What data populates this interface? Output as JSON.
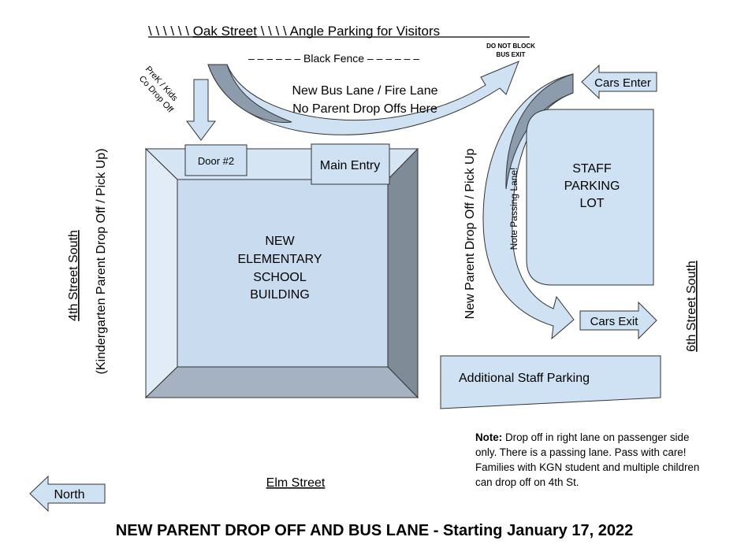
{
  "top_street": {
    "marks": "\\  \\  \\  \\  \\  \\",
    "name": "Oak Street",
    "marks2": "\\  \\  \\  \\",
    "parking": "Angle Parking for Visitors"
  },
  "fence": {
    "label": "– – – – – – Black Fence – – – – – –"
  },
  "bus_lane": {
    "line1": "New Bus Lane / Fire Lane",
    "line2": "No Parent Drop Offs Here"
  },
  "bus_exit": {
    "line1": "DO NOT BLOCK",
    "line2": "BUS EXIT"
  },
  "prek": {
    "line1": "PreK / Kids",
    "line2": "Co Drop Off"
  },
  "building": {
    "door2": "Door #2",
    "main_entry": "Main Entry",
    "line1": "NEW",
    "line2": "ELEMENTARY",
    "line3": "SCHOOL",
    "line4": "BUILDING"
  },
  "left_street": {
    "name": "4th Street South",
    "sub": "(Kindergarten Parent Drop Off / Pick Up)"
  },
  "right_street": {
    "name": "6th Street South"
  },
  "parent_lane": {
    "label": "New Parent Drop Off / Pick Up",
    "passing": "Note Passing Lane!"
  },
  "cars_enter": "Cars Enter",
  "cars_exit": "Cars Exit",
  "staff_lot": {
    "line1": "STAFF",
    "line2": "PARKING",
    "line3": "LOT"
  },
  "additional_parking": "Additional Staff Parking",
  "bottom_street": {
    "name": "Elm Street"
  },
  "north": "North",
  "note": {
    "label": "Note:",
    "text": " Drop off in right lane on passenger side only.  There is a passing lane. Pass with care!  Families with KGN student and multiple children can drop off on 4th St."
  },
  "title": "NEW PARENT DROP OFF AND BUS LANE - Starting January 17, 2022",
  "colors": {
    "light_blue": "#cfe2f3",
    "mid_blue": "#a8bcd1",
    "gray_blue": "#7f8fa0",
    "dark_gray": "#8593a2",
    "outline": "#333333"
  }
}
